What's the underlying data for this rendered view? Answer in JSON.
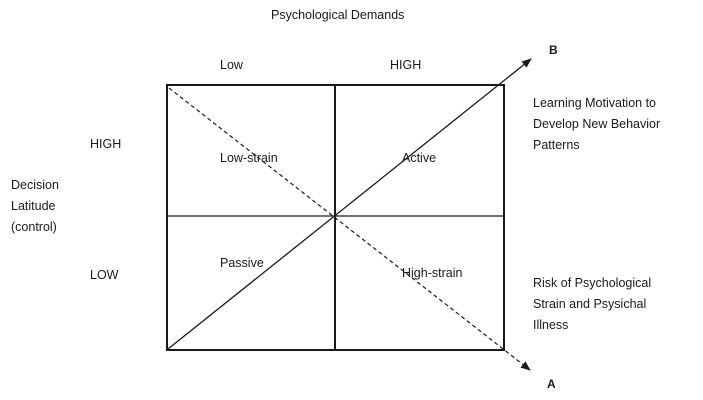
{
  "title": "Psychological Demands",
  "columns": {
    "low": "Low",
    "high": "HIGH"
  },
  "rows": {
    "high": "HIGH",
    "low": "LOW"
  },
  "y_axis_label": [
    "Decision",
    "Latitude",
    "(control)"
  ],
  "quadrants": {
    "top_left": "Low-strain",
    "top_right": "Active",
    "bottom_left": "Passive",
    "bottom_right": "High-strain"
  },
  "diagonals": {
    "b_label": "B",
    "a_label": "A",
    "b_description": [
      "Learning Motivation to",
      "Develop New Behavior",
      "Patterns"
    ],
    "a_description": [
      "Risk of Psychological",
      "Strain and Psysichal",
      "Illness"
    ]
  },
  "colors": {
    "line": "#1a1a1a",
    "background": "#ffffff"
  }
}
